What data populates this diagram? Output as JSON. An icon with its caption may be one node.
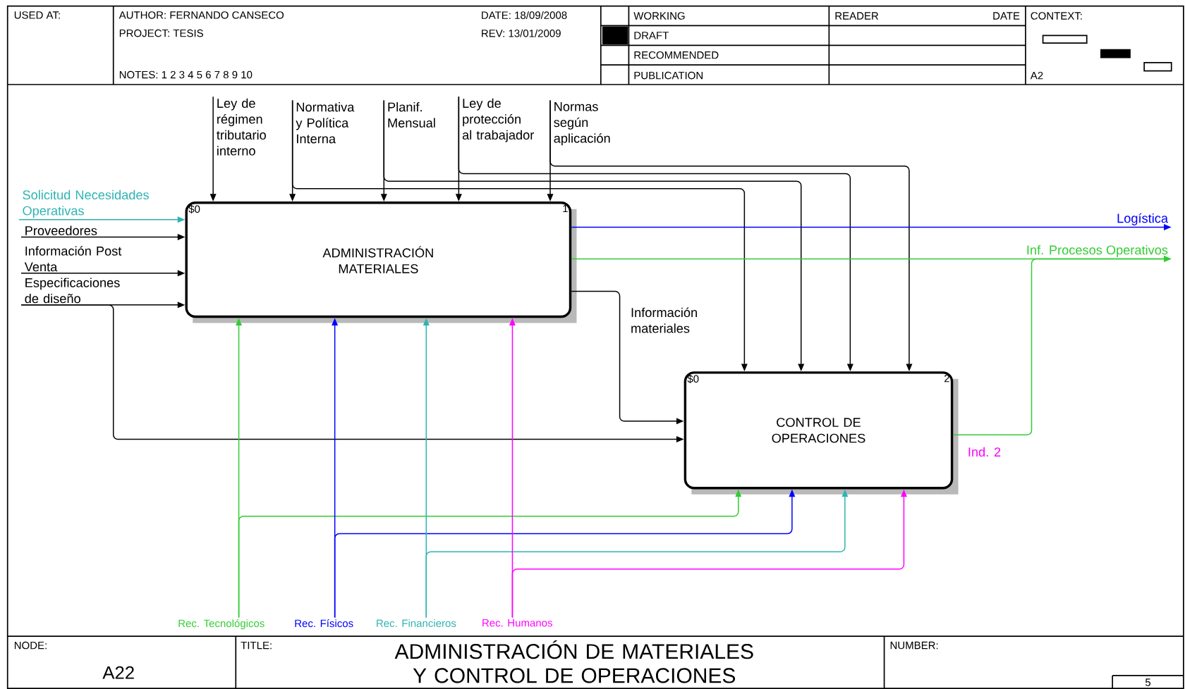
{
  "diagram": {
    "title": "ADMINISTRACIÓN DE MATERIALES Y CONTROL DE OPERACIONES",
    "nodes": [
      {
        "text": [
          "ADMINISTRACIÓN MATERIALES",
          "$0",
          "1"
        ]
      },
      {
        "text": [
          "CONTROL DE OPERACIONES",
          "$0",
          "2"
        ]
      },
      {
        "text": [
          "Solicitud Necesidades Operativas"
        ]
      },
      {
        "text": [
          "Proveedores"
        ]
      },
      {
        "text": [
          "Información Post Venta"
        ]
      },
      {
        "text": [
          "Especificaciones de diseño"
        ]
      },
      {
        "text": [
          "Ley de régimen tributario interno"
        ]
      },
      {
        "text": [
          "Normativa y Política Interna"
        ]
      },
      {
        "text": [
          "Planif. Mensual"
        ]
      },
      {
        "text": [
          "Ley de protección al trabajador"
        ]
      },
      {
        "text": [
          "Normas según aplicación"
        ]
      },
      {
        "text": [
          "Rec. Tecnológicos"
        ]
      },
      {
        "text": [
          "Rec. Físicos"
        ]
      },
      {
        "text": [
          "Rec. Financieros"
        ]
      },
      {
        "text": [
          "Rec. Humanos"
        ]
      },
      {
        "text": [
          "Logística"
        ]
      },
      {
        "text": [
          "Inf. Procesos Operativos"
        ]
      }
    ],
    "edges": [
      {
        "from": 2,
        "to": 0,
        "arrow": "to",
        "color": "#2eb3b3"
      },
      {
        "from": 3,
        "to": 0,
        "arrow": "to"
      },
      {
        "from": 4,
        "to": 0,
        "arrow": "to"
      },
      {
        "from": 5,
        "to": 0,
        "arrow": "to"
      },
      {
        "from": 5,
        "to": 1,
        "arrow": "to"
      },
      {
        "from": 6,
        "to": 0,
        "arrow": "to"
      },
      {
        "from": 7,
        "to": 0,
        "arrow": "to"
      },
      {
        "from": 7,
        "to": 1,
        "arrow": "to"
      },
      {
        "from": 8,
        "to": 0,
        "arrow": "to"
      },
      {
        "from": 8,
        "to": 1,
        "arrow": "to"
      },
      {
        "from": 9,
        "to": 0,
        "arrow": "to"
      },
      {
        "from": 9,
        "to": 1,
        "arrow": "to"
      },
      {
        "from": 10,
        "to": 0,
        "arrow": "to"
      },
      {
        "from": 10,
        "to": 1,
        "arrow": "to"
      },
      {
        "from": 11,
        "to": 0,
        "arrow": "to",
        "color": "#33cc33"
      },
      {
        "from": 11,
        "to": 1,
        "arrow": "to",
        "color": "#33cc33"
      },
      {
        "from": 12,
        "to": 0,
        "arrow": "to",
        "color": "#0000ff"
      },
      {
        "from": 12,
        "to": 1,
        "arrow": "to",
        "color": "#0000ff"
      },
      {
        "from": 13,
        "to": 0,
        "arrow": "to",
        "color": "#2eb3b3"
      },
      {
        "from": 13,
        "to": 1,
        "arrow": "to",
        "color": "#2eb3b3"
      },
      {
        "from": 14,
        "to": 0,
        "arrow": "to",
        "color": "#ff00ff"
      },
      {
        "from": 14,
        "to": 1,
        "arrow": "to",
        "color": "#ff00ff"
      },
      {
        "from": 0,
        "to": 15,
        "arrow": "to",
        "color": "#0000ff"
      },
      {
        "from": 0,
        "to": 16,
        "arrow": "to",
        "color": "#33cc33"
      },
      {
        "from": 0,
        "to": 1,
        "arrow": "to",
        "label": "Información materiales"
      },
      {
        "from": 1,
        "to": 16,
        "arrow": "to",
        "color": "#33cc33",
        "label": "Ind. 2"
      }
    ],
    "labels": [
      "USED AT:",
      "AUTHOR: FERNANDO CANSECO",
      "DATE: 18/09/2008",
      "WORKING",
      "READER",
      "DATE",
      "CONTEXT:",
      "PROJECT: TESIS",
      "REV: 13/01/2009",
      "DRAFT",
      "RECOMMENDED",
      "NOTES: 1 2 3 4 5 6 7 8 9 10",
      "PUBLICATION",
      "A2",
      "NODE:",
      "TITLE:",
      "NUMBER:",
      "A22",
      "5"
    ]
  }
}
